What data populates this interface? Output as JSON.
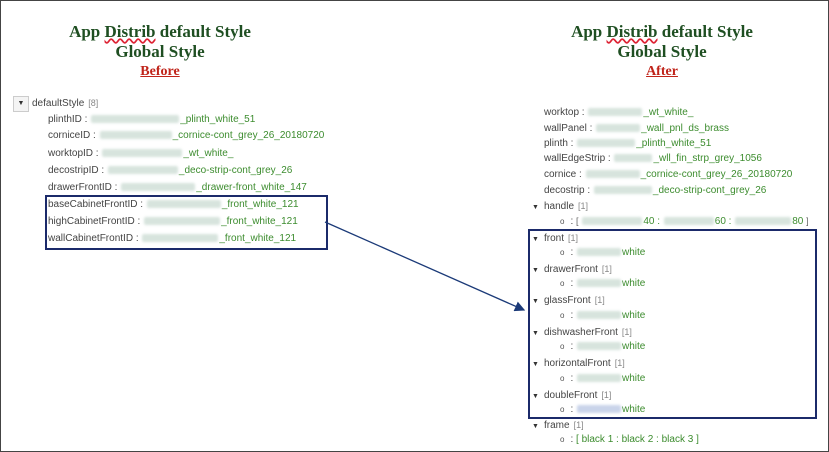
{
  "left_title": {
    "line1a": "App ",
    "line1b": "Distrib",
    "line1c": " default Style",
    "line2": "Global Style",
    "tag": "Before"
  },
  "right_title": {
    "line1a": "App ",
    "line1b": "Distrib",
    "line1c": " default Style",
    "line2": "Global Style",
    "tag": "After"
  },
  "before": {
    "root_label": "defaultStyle",
    "root_count": "[8]",
    "items": [
      {
        "key": "plinthID :",
        "val": "_plinth_white_51"
      },
      {
        "key": "corniceID :",
        "val": "_cornice-cont_grey_26_20180720"
      },
      {
        "key": "worktopID :",
        "val": "_wt_white_"
      },
      {
        "key": "decostripID :",
        "val": "_deco-strip-cont_grey_26"
      },
      {
        "key": "drawerFrontID :",
        "val": "_drawer-front_white_147"
      },
      {
        "key": "baseCabinetFrontID :",
        "val": "_front_white_121"
      },
      {
        "key": "highCabinetFrontID :",
        "val": "_front_white_121"
      },
      {
        "key": "wallCabinetFrontID :",
        "val": "_front_white_121"
      }
    ]
  },
  "after": {
    "items": [
      {
        "key": "worktop :",
        "val": "_wt_white_"
      },
      {
        "key": "wallPanel :",
        "val": "_wall_pnl_ds_brass"
      },
      {
        "key": "plinth :",
        "val": "_plinth_white_51"
      },
      {
        "key": "wallEdgeStrip :",
        "val": "_wll_fin_strp_grey_1056"
      },
      {
        "key": "cornice :",
        "val": "_cornice-cont_grey_26_20180720"
      },
      {
        "key": "decostrip :",
        "val": "_deco-strip-cont_grey_26"
      }
    ],
    "handle": {
      "label": "handle",
      "count": "[1]",
      "bullet": "o",
      "colon": ":",
      "open": "[",
      "v1": "40 :",
      "v2": "60 :",
      "v3": "80",
      "close": "]"
    },
    "groups": [
      {
        "label": "front",
        "count": "[1]",
        "val": "white"
      },
      {
        "label": "drawerFront",
        "count": "[1]",
        "val": "white"
      },
      {
        "label": "glassFront",
        "count": "[1]",
        "val": "white"
      },
      {
        "label": "dishwasherFront",
        "count": "[1]",
        "val": "white"
      },
      {
        "label": "horizontalFront",
        "count": "[1]",
        "val": "white"
      },
      {
        "label": "doubleFront",
        "count": "[1]",
        "val": "white"
      }
    ],
    "frame": {
      "label": "frame",
      "count": "[1]",
      "val": "[ black 1 : black 2 : black 3 ]"
    }
  }
}
